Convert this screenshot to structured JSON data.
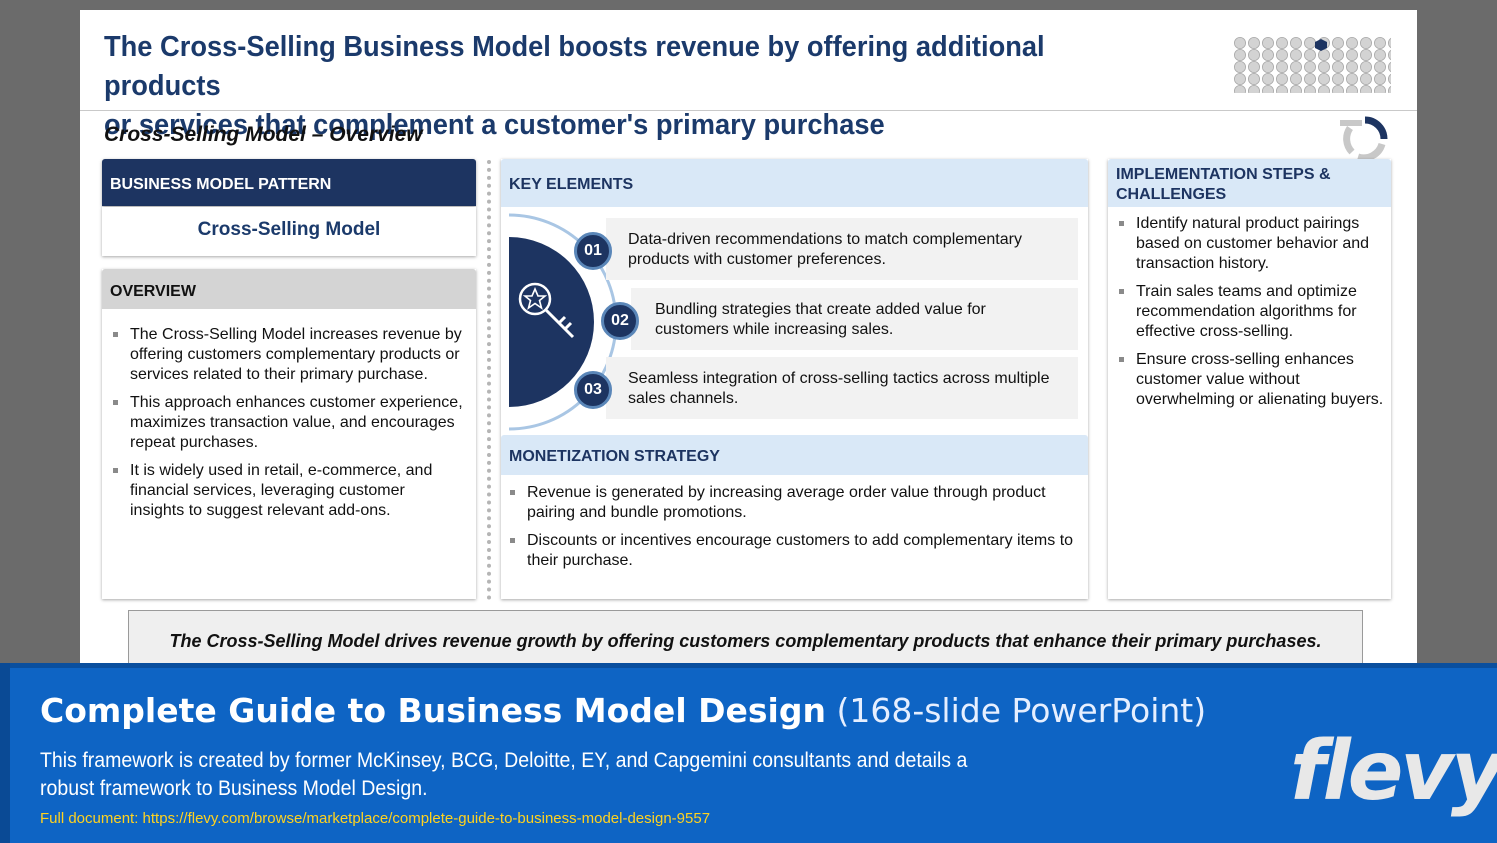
{
  "slide": {
    "title_line1": "The Cross-Selling Business Model boosts revenue by offering additional products",
    "title_line2": "or services that complement a customer's primary purchase",
    "subtitle": "Cross-Selling Model – Overview",
    "pattern_header": "BUSINESS MODEL PATTERN",
    "pattern_name": "Cross-Selling Model",
    "overview": {
      "header": "OVERVIEW",
      "items": [
        "The Cross-Selling Model increases revenue by offering customers complementary products or services related to their primary purchase.",
        "This approach enhances customer experience, maximizes transaction value, and encourages repeat purchases.",
        "It is widely used in retail, e-commerce, and financial services, leveraging customer insights to suggest relevant add-ons."
      ]
    },
    "key_elements": {
      "header": "KEY ELEMENTS",
      "items": [
        {
          "num": "01",
          "text": "Data-driven recommendations to match complementary products with customer preferences."
        },
        {
          "num": "02",
          "text": "Bundling strategies that create added value for customers while increasing sales."
        },
        {
          "num": "03",
          "text": "Seamless integration of cross-selling tactics across multiple sales channels."
        }
      ]
    },
    "monetization": {
      "header": "MONETIZATION STRATEGY",
      "items": [
        "Revenue is generated by increasing average order value through product pairing and bundle promotions.",
        "Discounts or incentives encourage customers to add complementary items to their purchase."
      ]
    },
    "implementation": {
      "header": "IMPLEMENTATION STEPS & CHALLENGES",
      "items": [
        "Identify natural product pairings based on customer behavior and transaction history.",
        "Train sales teams and optimize recommendation algorithms for effective cross-selling.",
        "Ensure cross-selling enhances customer value without overwhelming or alienating buyers."
      ]
    },
    "callout": "The Cross-Selling Model drives revenue growth by offering customers complementary products that enhance their primary purchases."
  },
  "banner": {
    "title_bold": "Complete Guide to Business Model Design",
    "title_light": "(168-slide PowerPoint)",
    "description": "This framework is created by former McKinsey, BCG, Deloitte, EY, and Capgemini consultants and details a robust framework to Business Model Design.",
    "url": "Full document: https://flevy.com/browse/marketplace/complete-guide-to-business-model-design-9557",
    "logo": "flevy"
  },
  "icons": {
    "key_icon": "key-star-icon",
    "hex_logo": "hexagon-pattern-icon",
    "cycle": "cycle-arrows-icon"
  },
  "colors": {
    "navy": "#1d3461",
    "title_blue": "#1b3a6b",
    "light_blue_header": "#d9e8f7",
    "banner_blue": "#0e64c4",
    "url_yellow": "#ffd21f"
  }
}
